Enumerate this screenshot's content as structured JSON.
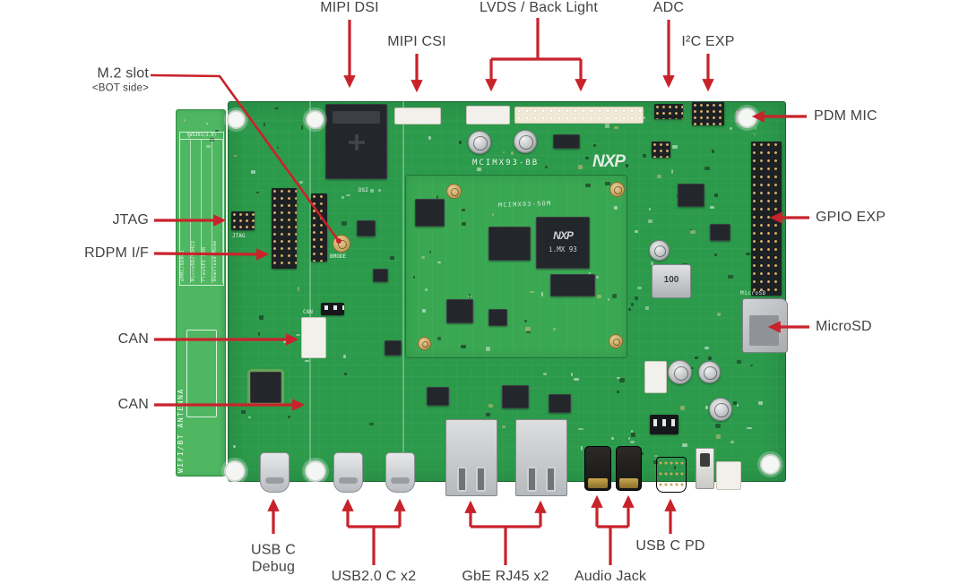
{
  "callouts": {
    "m2": {
      "label": "M.2 slot",
      "sub": "<BOT side>"
    },
    "mipi_dsi": {
      "label": "MIPI DSI"
    },
    "mipi_csi": {
      "label": "MIPI CSI"
    },
    "lvds": {
      "label": "LVDS / Back Light"
    },
    "adc": {
      "label": "ADC"
    },
    "i2c": {
      "label": "I²C EXP"
    },
    "pdm": {
      "label": "PDM MIC"
    },
    "gpio": {
      "label": "GPIO EXP"
    },
    "microsd": {
      "label": "MicroSD"
    },
    "jtag": {
      "label": "JTAG"
    },
    "rdpm": {
      "label": "RDPM I/F"
    },
    "can1": {
      "label": "CAN"
    },
    "can2": {
      "label": "CAN"
    },
    "usbc_debug": {
      "label": "USB C",
      "sub2": "Debug"
    },
    "usb20": {
      "label": "USB2.0 C x2"
    },
    "gbe": {
      "label": "GbE RJ45 x2"
    },
    "audio": {
      "label": "Audio Jack"
    },
    "usbc_pd": {
      "label": "USB C PD"
    }
  },
  "board": {
    "silk": {
      "baseboard_part": "MCIMX93-BB",
      "nxp_logo": "NXP",
      "som_part": "MCIMX93-SOM",
      "chip_logo": "NXP",
      "chip_name": "i.MX 93",
      "inductor_marking": "100",
      "microsd_silk": "MicroSD",
      "can_silk": "CAN",
      "jtag_silk": "JTAG",
      "bmode_silk": "BMODE",
      "dsi_silk": "DSI"
    },
    "antenna": {
      "vertical_label": "WIFI/BT ANTENNA",
      "table_header": "SW1301(2.0)",
      "table_rows": [
        "eMMC/SDHC1",
        "MicroSD/SDHC2",
        "FlexSPI NOR",
        "Download Mode"
      ]
    }
  }
}
